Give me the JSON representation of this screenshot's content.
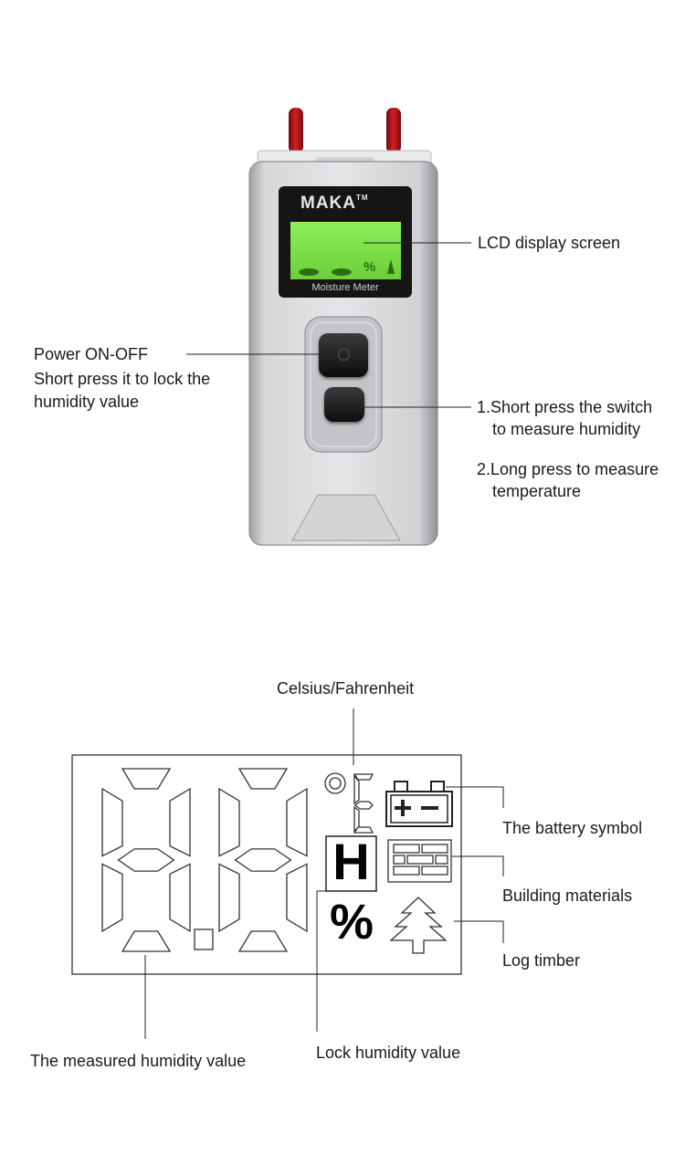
{
  "device": {
    "brand": "MAKA",
    "trademark": "TM",
    "model_label": "Moisture Meter",
    "lcd_percent": "%"
  },
  "callouts": {
    "lcd_display": "LCD display screen",
    "power_title": "Power ON-OFF",
    "power_desc_1": "Short press it to lock the",
    "power_desc_2": "humidity value",
    "mode_1a": "1.Short press the switch",
    "mode_1b": "to measure humidity",
    "mode_2a": "2.Long press to measure",
    "mode_2b": "temperature"
  },
  "legend": {
    "celsius_fahrenheit": "Celsius/Fahrenheit",
    "battery_symbol": "The battery symbol",
    "building_materials": "Building materials",
    "log_timber": "Log timber",
    "measured_value": "The measured humidity value",
    "lock_value": "Lock humidity value",
    "lock_letter": "H",
    "percent_sign": "%",
    "battery_plus_minus": "+−"
  },
  "colors": {
    "device_body": "#c9cbcd",
    "lcd_green": "#7ee14a",
    "probe_red": "#b0141a",
    "brand_red": "#d3342a"
  }
}
